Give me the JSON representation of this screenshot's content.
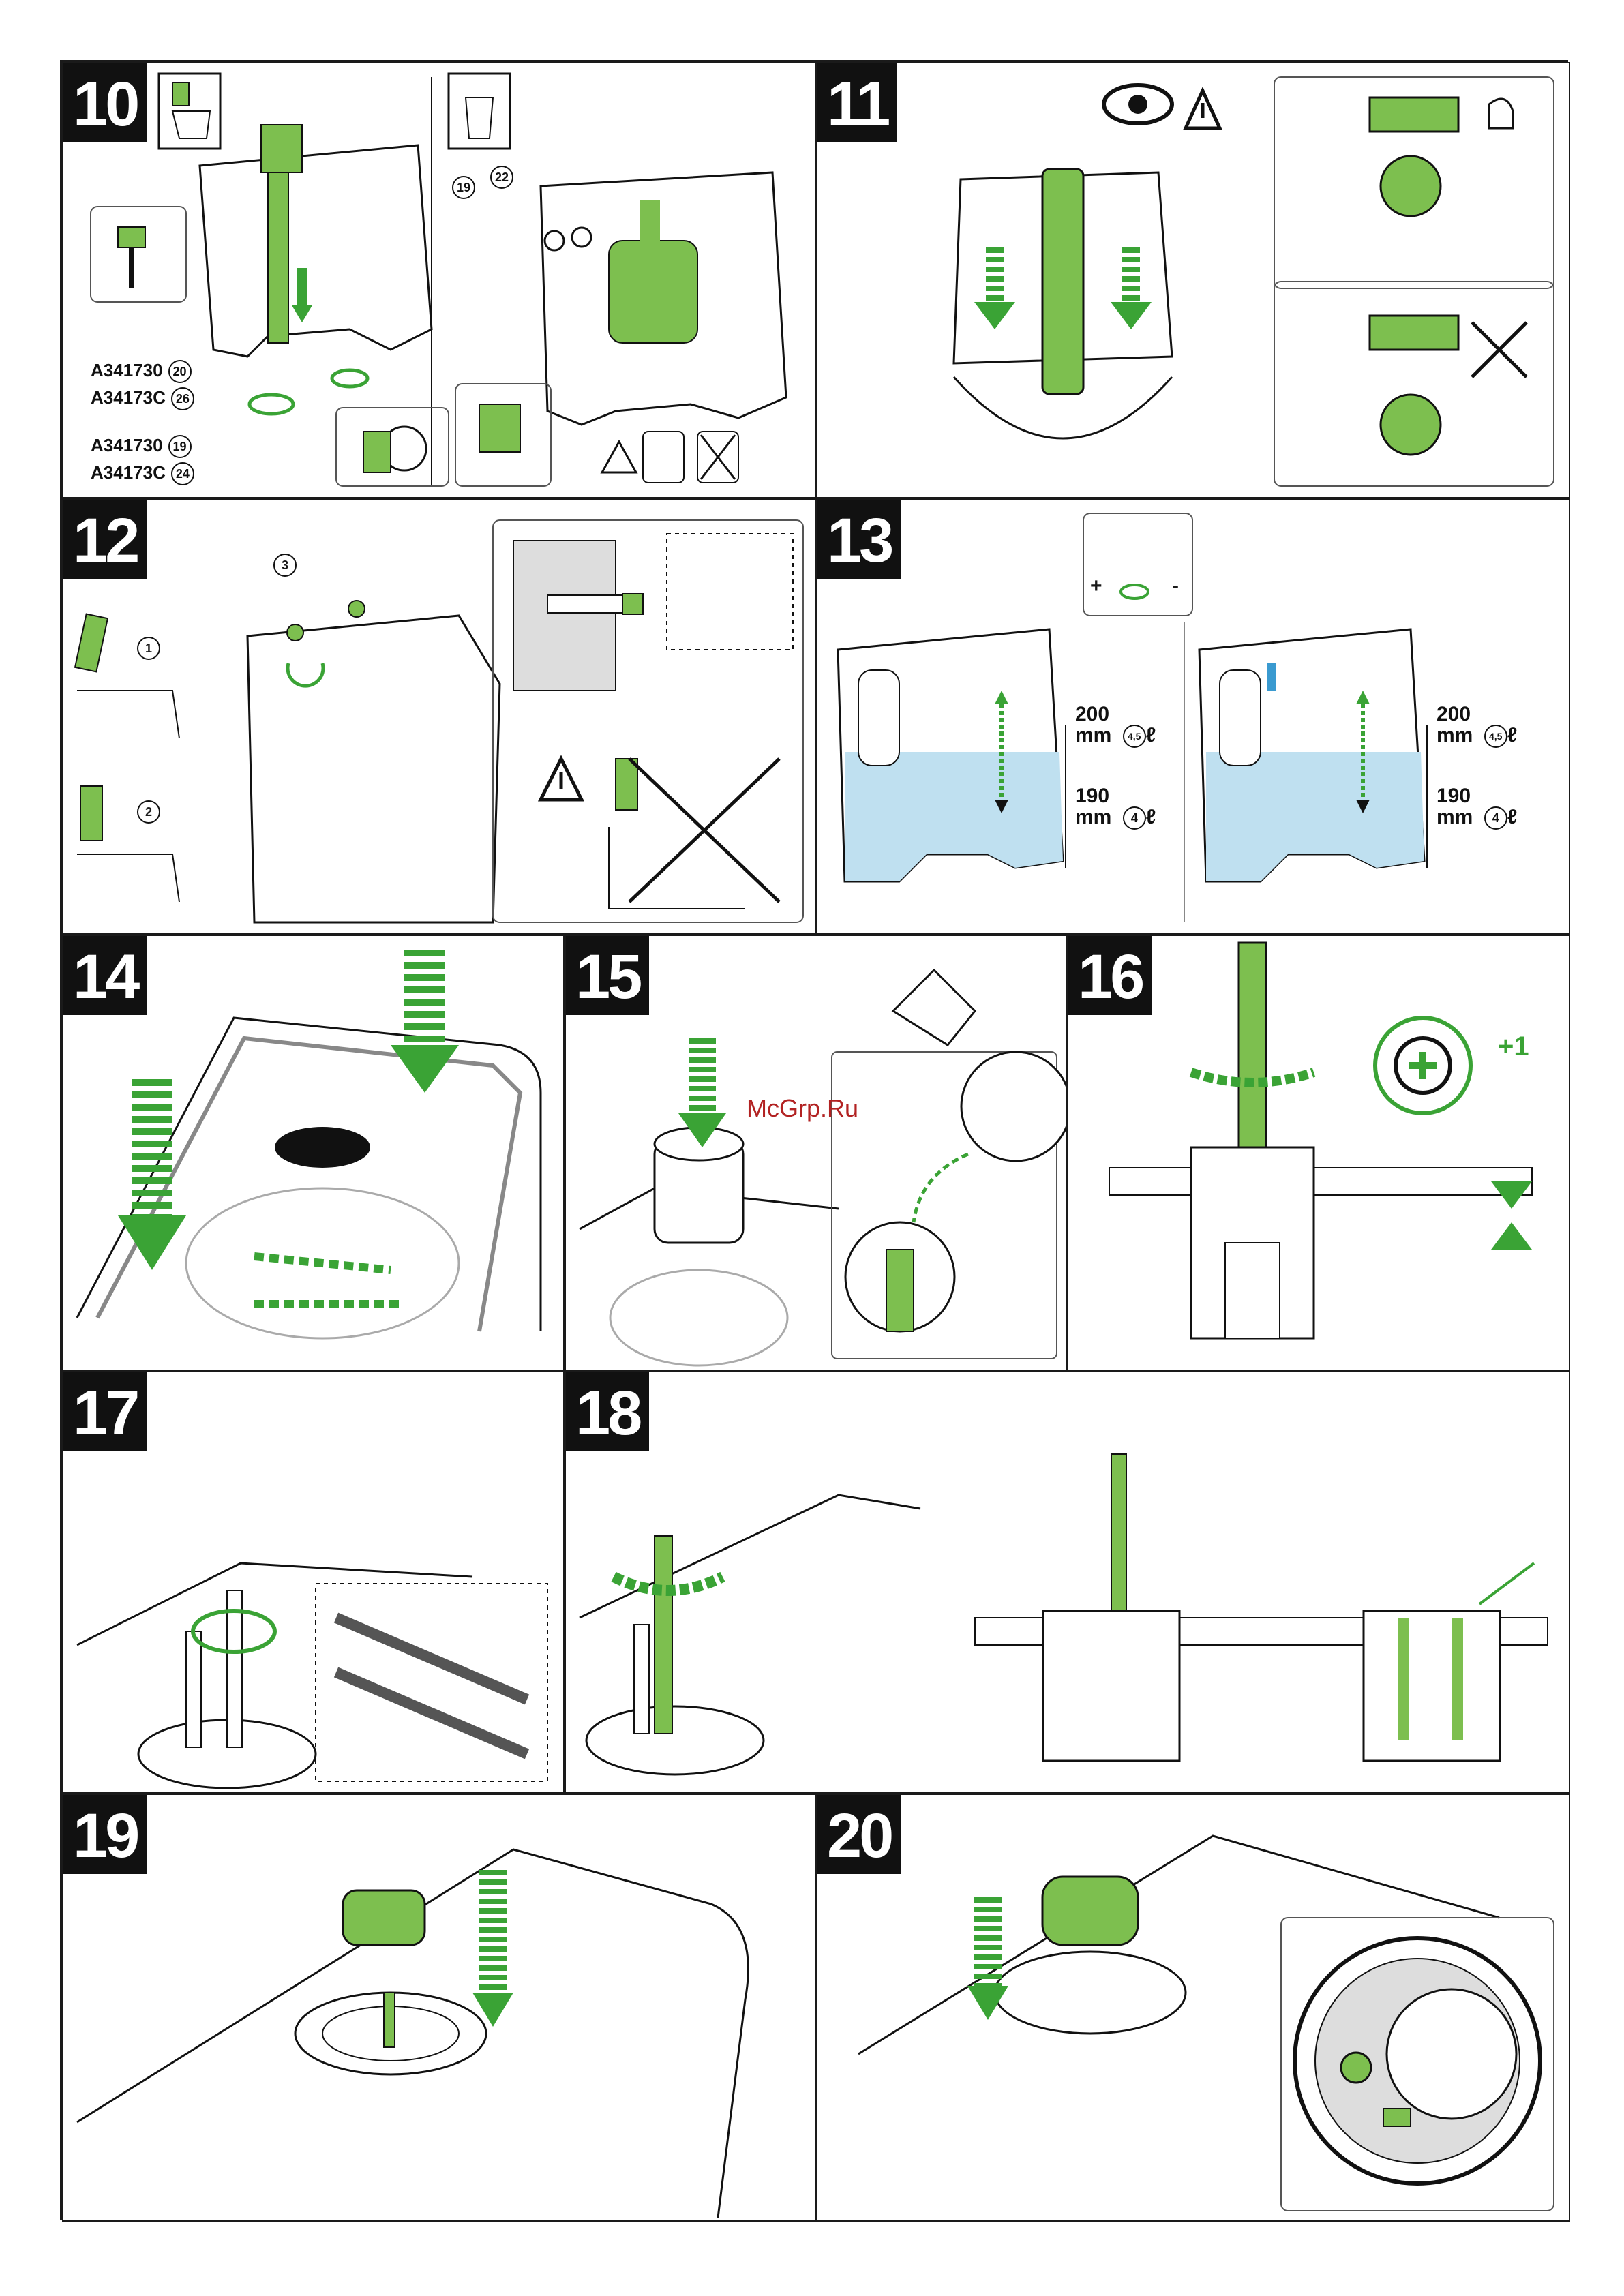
{
  "steps": [
    {
      "number": "10"
    },
    {
      "number": "11"
    },
    {
      "number": "12"
    },
    {
      "number": "13"
    },
    {
      "number": "14"
    },
    {
      "number": "15"
    },
    {
      "number": "16"
    },
    {
      "number": "17"
    },
    {
      "number": "18"
    },
    {
      "number": "19"
    },
    {
      "number": "20"
    }
  ],
  "step10": {
    "part_a1": "A341730",
    "part_a1_wrench": "20",
    "part_a2": "A34173C",
    "part_a2_wrench": "26",
    "part_b1": "A341730",
    "part_b1_wrench": "19",
    "part_b2": "A34173C",
    "part_b2_wrench": "24",
    "wrench_19": "19",
    "wrench_22": "22"
  },
  "step12": {
    "callout_3": "3",
    "callout_1": "1",
    "callout_2": "2"
  },
  "step13": {
    "dim_high_left": "200",
    "dim_high_unit_left": "mm",
    "vol_high_left": "4,5",
    "litre_left_high": "ℓ",
    "dim_low_left": "190",
    "dim_low_unit_left": "mm",
    "vol_low_left": "4",
    "litre_left_low": "ℓ",
    "dim_high_right": "200",
    "dim_high_unit_right": "mm",
    "vol_high_right": "4,5",
    "litre_right_high": "ℓ",
    "dim_low_right": "190",
    "dim_low_unit_right": "mm",
    "vol_low_right": "4",
    "litre_right_low": "ℓ",
    "plus": "+",
    "minus": "-"
  },
  "step16": {
    "turn_label": "+1"
  },
  "watermark": "McGrp.Ru",
  "colors": {
    "accent_green": "#7dbf4f",
    "arrow_green": "#3aa335",
    "water_blue": "#bfe0f0",
    "ink": "#1a1a1a"
  }
}
